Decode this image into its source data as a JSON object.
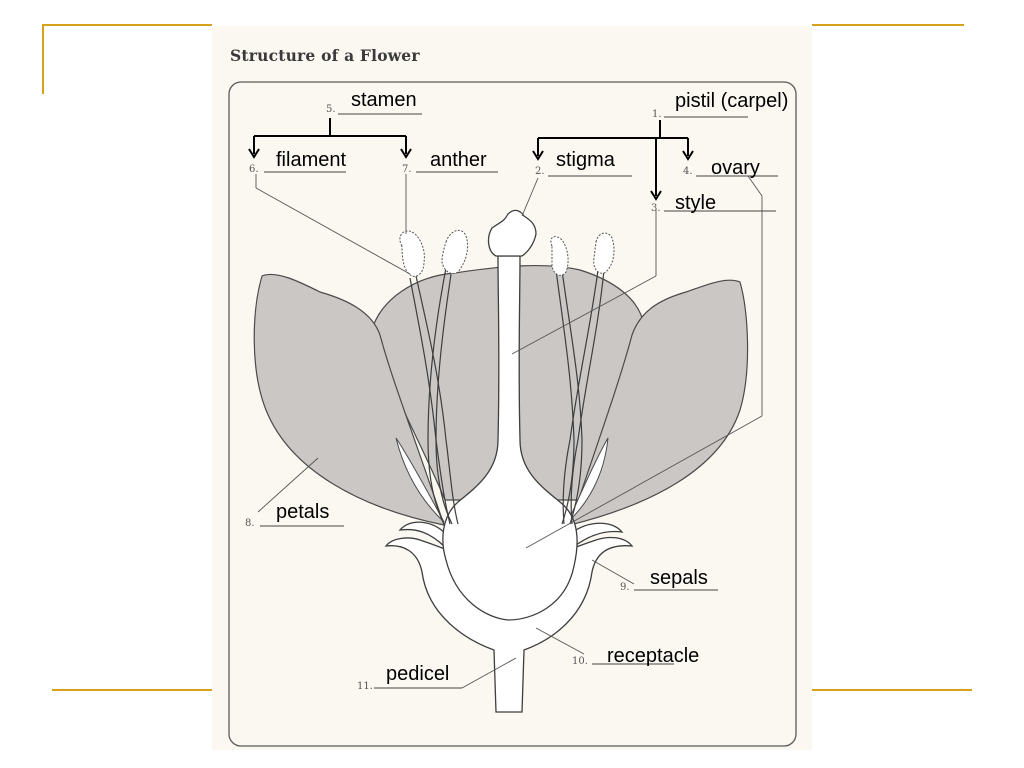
{
  "title": "Structure of a Flower",
  "colors": {
    "accent_line": "#d6a21c",
    "worksheet_bg": "#fbf8f2",
    "petal_fill": "#cbc7c4",
    "outline": "#5a5a5a"
  },
  "labels": [
    {
      "id": "pistil",
      "number": "1.",
      "text": "pistil (carpel)"
    },
    {
      "id": "stigma",
      "number": "2.",
      "text": "stigma"
    },
    {
      "id": "style",
      "number": "3.",
      "text": "style"
    },
    {
      "id": "ovary",
      "number": "4.",
      "text": "ovary"
    },
    {
      "id": "stamen",
      "number": "5.",
      "text": "stamen"
    },
    {
      "id": "filament",
      "number": "6.",
      "text": "filament"
    },
    {
      "id": "anther",
      "number": "7.",
      "text": "anther"
    },
    {
      "id": "petals",
      "number": "8.",
      "text": "petals"
    },
    {
      "id": "sepals",
      "number": "9.",
      "text": "sepals"
    },
    {
      "id": "receptacle",
      "number": "10.",
      "text": "receptacle"
    },
    {
      "id": "pedicel",
      "number": "11.",
      "text": "pedicel"
    }
  ]
}
